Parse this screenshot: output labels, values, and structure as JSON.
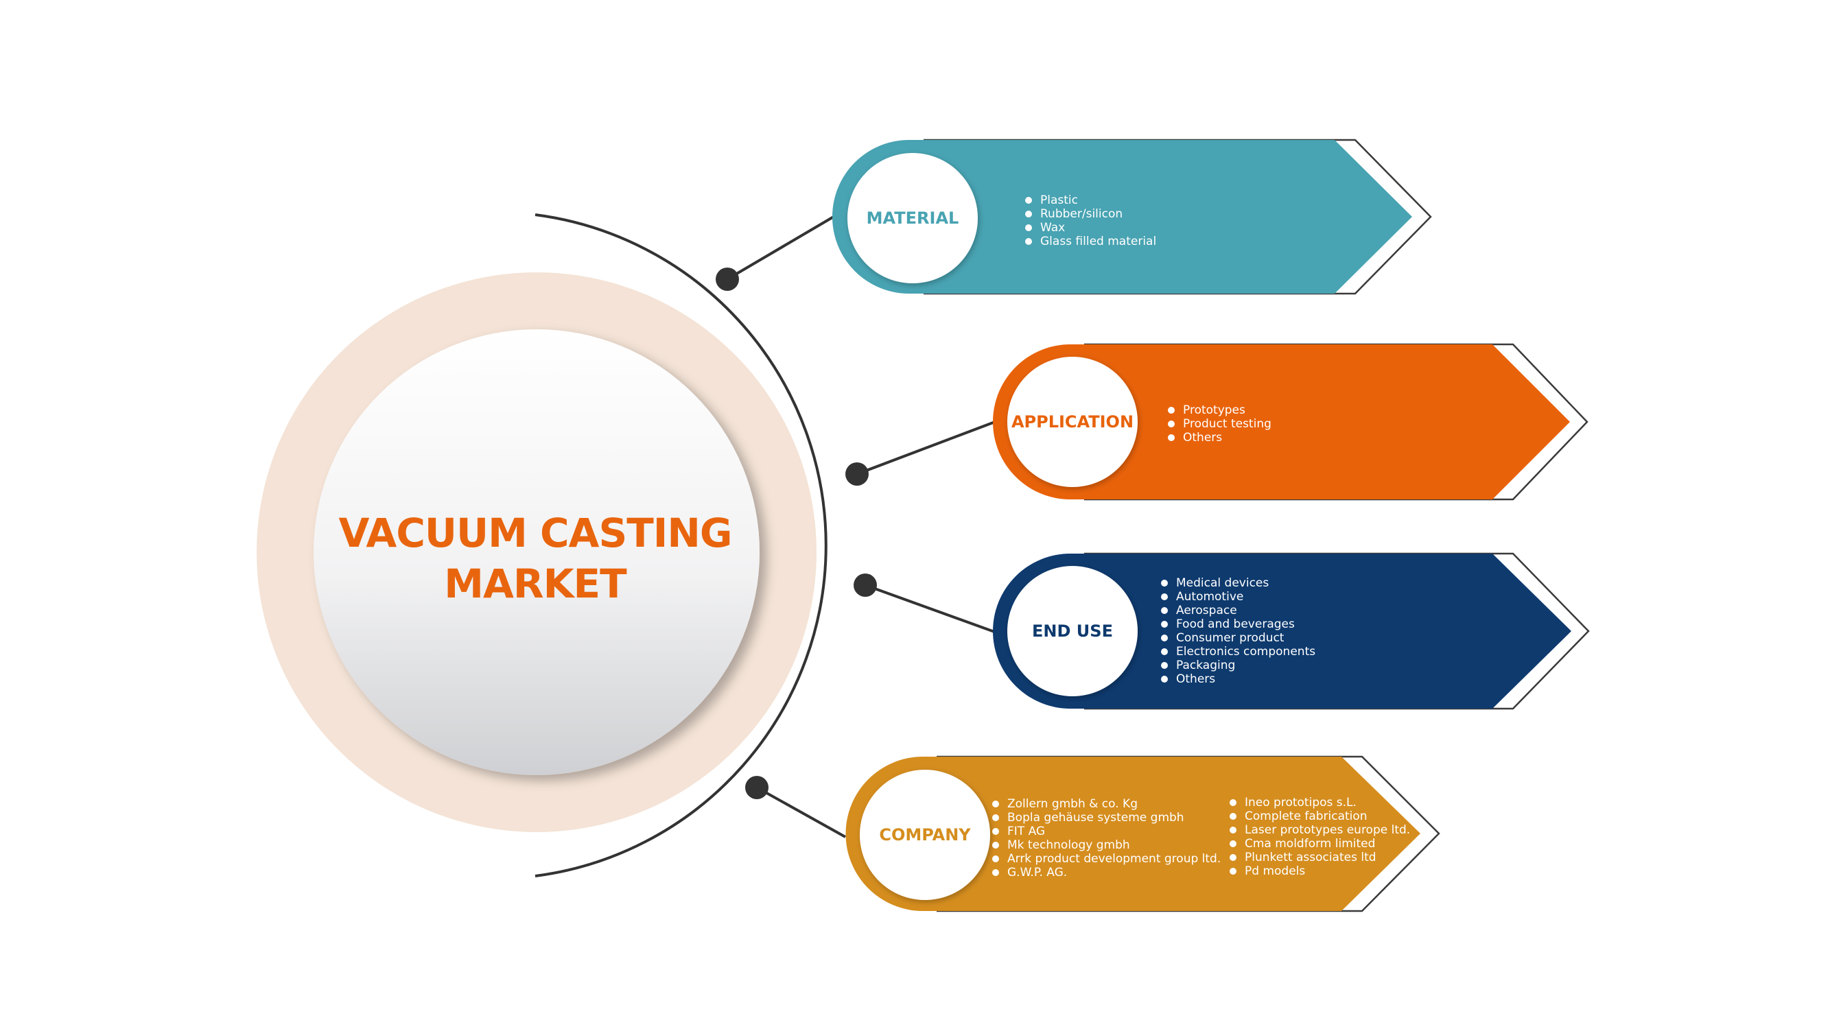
{
  "hub": {
    "title_line1": "VACUUM CASTING",
    "title_line2": "MARKET",
    "title_color": "#e8650e",
    "ring_color": "#f4e3d6"
  },
  "segments": [
    {
      "label": "MATERIAL",
      "color": "#48a3b2",
      "items": [
        "Plastic",
        "Rubber/silicon",
        "Wax",
        "Glass filled material"
      ]
    },
    {
      "label": "APPLICATION",
      "color": "#e8620a",
      "items": [
        "Prototypes",
        "Product testing",
        "Others"
      ]
    },
    {
      "label": "END USE",
      "color": "#0e3a6e",
      "items": [
        "Medical devices",
        "Automotive",
        "Aerospace",
        "Food and beverages",
        "Consumer product",
        "Electronics components",
        "Packaging",
        "Others"
      ]
    },
    {
      "label": "COMPANY",
      "color": "#d58d1e",
      "items_col1": [
        "Zollern gmbh & co. Kg",
        "Bopla gehäuse systeme gmbh",
        "FIT AG",
        "Mk technology gmbh",
        "Arrk product development group ltd.",
        "G.W.P. AG."
      ],
      "items_col2": [
        "Ineo prototipos s.L.",
        "Complete fabrication",
        "Laser prototypes europe ltd.",
        "Cma moldform limited",
        "Plunkett associates ltd",
        "Pd models"
      ]
    }
  ]
}
